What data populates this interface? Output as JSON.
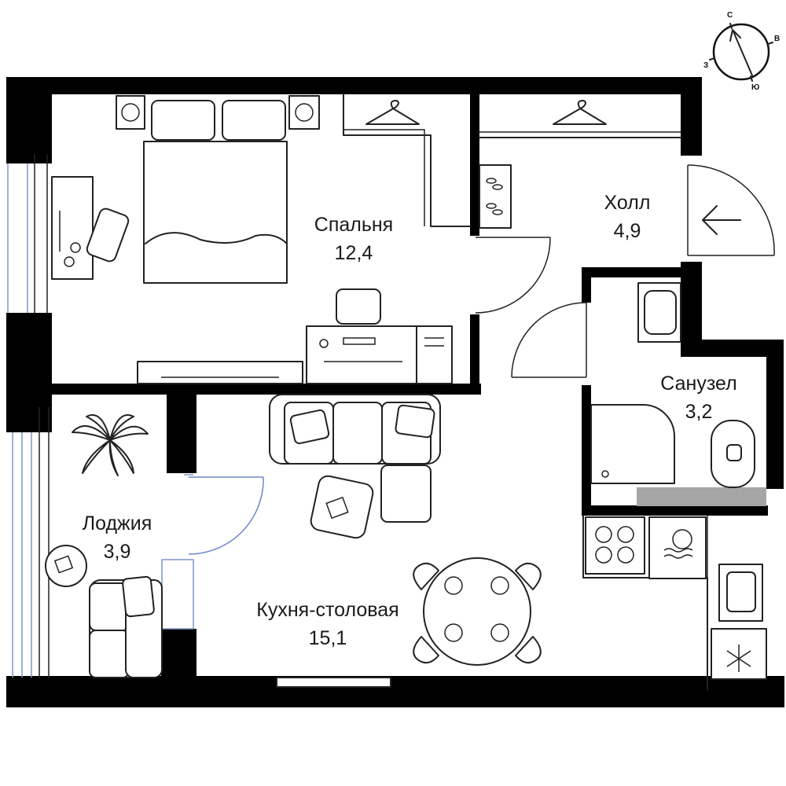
{
  "rooms": {
    "bedroom": {
      "name": "Спальня",
      "area": "12,4"
    },
    "hall": {
      "name": "Холл",
      "area": "4,9"
    },
    "bathroom": {
      "name": "Санузел",
      "area": "3,2"
    },
    "loggia": {
      "name": "Лоджия",
      "area": "3,9"
    },
    "kitchen": {
      "name": "Кухня-столовая",
      "area": "15,1"
    }
  },
  "compass": {
    "north": "С",
    "east": "В",
    "south": "Ю",
    "west": "З"
  },
  "colors": {
    "wall": "#000000",
    "glazing": "#7f95c9",
    "door_arc_loggia": "#6d86c8",
    "bath_stripe": "#a6a6a6"
  },
  "icons": [
    "compass-icon",
    "entrance-arrow-icon",
    "hanger-icon",
    "snowflake-icon",
    "palm-plant-icon",
    "dishwasher-icon",
    "stove-icon",
    "sink-icon",
    "toilet-icon",
    "shower-icon",
    "bed-icon",
    "sofa-icon"
  ]
}
